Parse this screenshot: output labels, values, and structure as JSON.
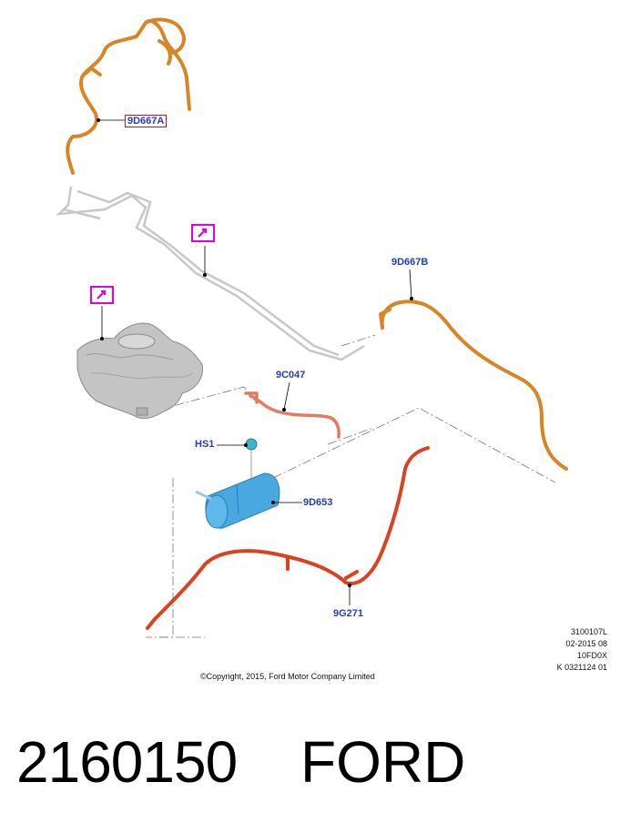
{
  "callouts": {
    "p9D667A": "9D667A",
    "p9D667B": "9D667B",
    "p9C047": "9C047",
    "pHS1": "HS1",
    "p9D653": "9D653",
    "p9G271": "9G271"
  },
  "copyright": "©Copyright, 2015, Ford Motor Company Limited",
  "ref_codes": [
    "3100107L",
    "02-2015 08",
    "10FD0X",
    "K 0321124 01"
  ],
  "footer": {
    "part_number": "2160150",
    "brand": "FORD"
  },
  "colors": {
    "orange_hose": "#e08a2a",
    "red_hose": "#d9431f",
    "salmon_hose": "#e47a5c",
    "blue_canister": "#4aa8e0",
    "nav_box": "#e000e0",
    "callout_text": "#1f3fbf",
    "callout_box": "#d0102a"
  },
  "icons": [
    "arrow-nav-icon",
    "arrow-nav-icon"
  ]
}
